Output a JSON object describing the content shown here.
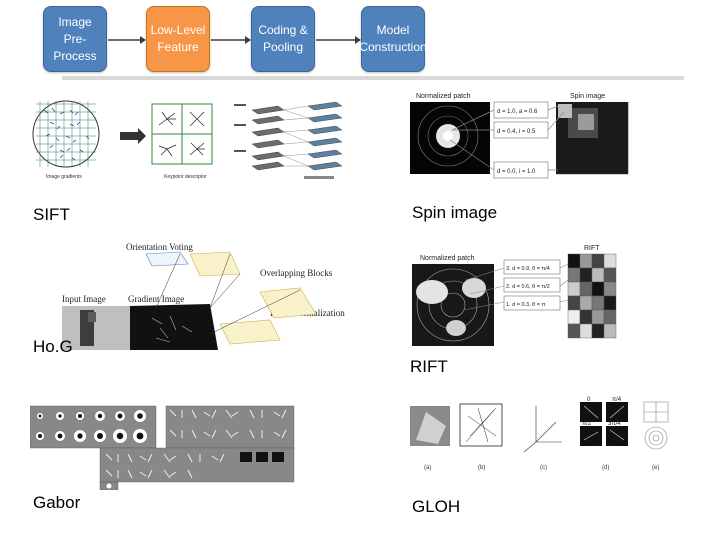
{
  "pipeline": {
    "steps": [
      {
        "label": "Image Pre-Process",
        "color": "#4f81bd"
      },
      {
        "label": "Low-Level Feature",
        "color": "#f79646"
      },
      {
        "label": "Coding & Pooling",
        "color": "#4f81bd"
      },
      {
        "label": "Model Construction",
        "color": "#4f81bd"
      }
    ]
  },
  "sift": {
    "caption": "SIFT",
    "sub_left": "Image gradients",
    "sub_right": "Keypoint descriptor"
  },
  "spin": {
    "caption": "Spin image",
    "normalized_patch": "Normalized patch",
    "spin_image": "Spin image",
    "params": [
      "d = 1.0, a = 0.6",
      "d = 0.4, i = 0.5",
      "d = 0.0, i = 1.0"
    ]
  },
  "hog": {
    "caption": "Ho.G",
    "orientation_voting": "Orientation Voting",
    "overlapping_blocks": "Overlapping Blocks",
    "input_image": "Input Image",
    "gradient_image": "Gradient Image",
    "local_normalization": "Local Normalization"
  },
  "rift": {
    "caption": "RIFT",
    "normalized_patch": "Normalized patch",
    "title": "RIFT",
    "params": [
      "3. d = 0.9, θ = π/4",
      "2. d = 0.6, θ = π/2",
      "1. d = 0.3, θ = π"
    ]
  },
  "gabor": {
    "caption": "Gabor"
  },
  "gloh": {
    "caption": "GLOH",
    "sublabels": [
      "(a)",
      "(b)",
      "(c)",
      "(d)",
      "(e)"
    ],
    "angles": [
      "0",
      "π/4",
      "π/2",
      "3π/4"
    ]
  }
}
